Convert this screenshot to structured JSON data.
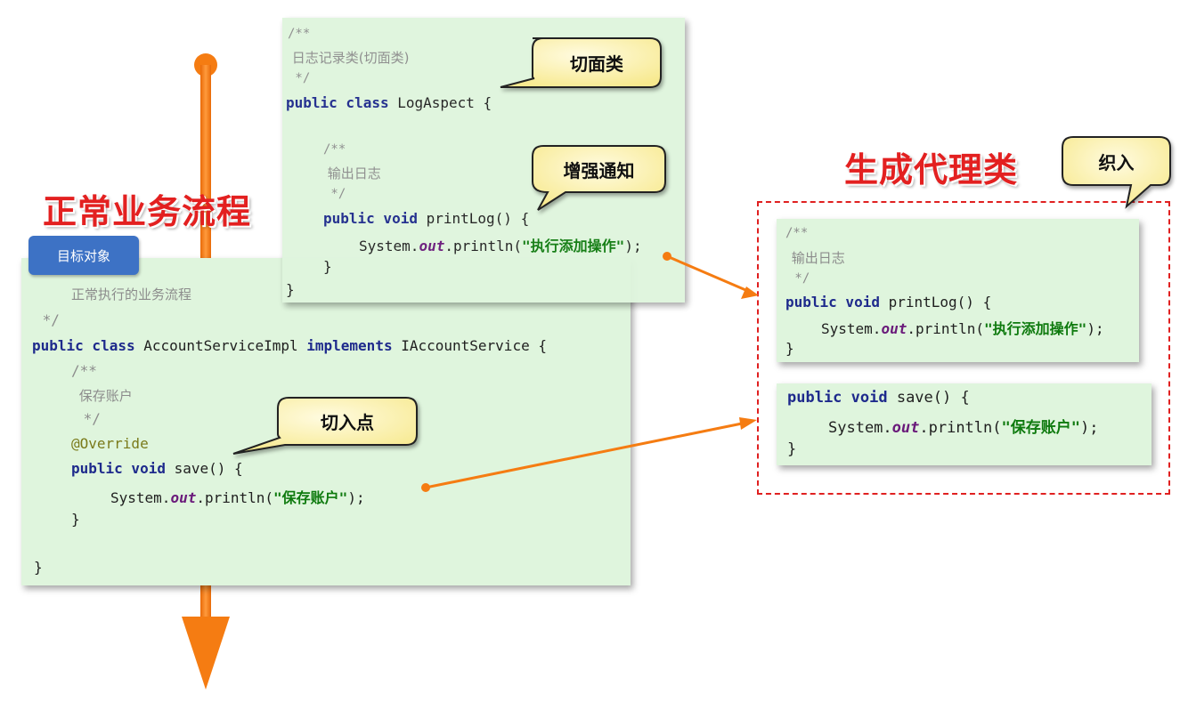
{
  "flow_title": "正常业务流程",
  "proxy_title": "生成代理类",
  "target_badge": "目标对象",
  "bubbles": {
    "aspect": "切面类",
    "advice": "增强通知",
    "pointcut": "切入点",
    "weave": "织入"
  },
  "aspect_code": {
    "c1": "/**",
    "c2": " 日志记录类(切面类)",
    "c3": " */",
    "kw_class": "public class",
    "class_name": " LogAspect {",
    "m_c1": "/**",
    "m_c2": " 输出日志",
    "m_c3": " */",
    "kw_method": "public void",
    "method_sig": " printLog() {",
    "call_prefix": "System.",
    "call_out": "out",
    "call_mid": ".println(",
    "call_str": "\"执行添加操作\"",
    "call_end": ");",
    "close_method": "}",
    "close_class": "}"
  },
  "target_code": {
    "c2": "正常执行的业务流程",
    "c3": " */",
    "kw_class": "public class",
    "class_name": " AccountServiceImpl ",
    "kw_impl": "implements",
    "iface": " IAccountService {",
    "m_c1": "/**",
    "m_c2": " 保存账户",
    "m_c3": " */",
    "annotation": "@Override",
    "kw_method": "public void",
    "method_sig": " save() {",
    "call_prefix": "System.",
    "call_out": "out",
    "call_mid": ".println(",
    "call_str": "\"保存账户\"",
    "call_end": ");",
    "close_method": "}",
    "close_class": "}"
  },
  "proxy_log_code": {
    "c1": "/**",
    "c2": " 输出日志",
    "c3": " */",
    "kw_method": "public void",
    "method_sig": " printLog() {",
    "call_prefix": "System.",
    "call_out": "out",
    "call_mid": ".println(",
    "call_str": "\"执行添加操作\"",
    "call_end": ");",
    "close": "}"
  },
  "proxy_save_code": {
    "kw_method": "public void",
    "method_sig": " save() {",
    "call_prefix": "System.",
    "call_out": "out",
    "call_mid": ".println(",
    "call_str": "\"保存账户\"",
    "call_end": ");",
    "close": "}"
  },
  "colors": {
    "arrow": "#f57c12",
    "title_red": "#e32020",
    "panel_green": "#dff5dd",
    "bubble_fill": "#fdf6bf",
    "badge_blue": "#3d72c5"
  }
}
